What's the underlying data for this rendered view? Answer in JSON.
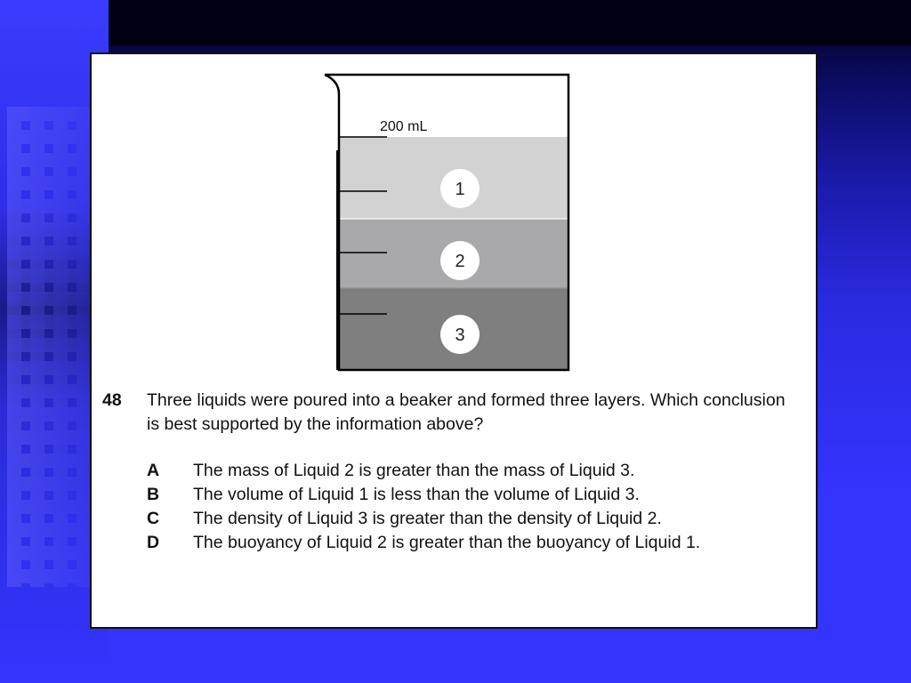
{
  "beaker": {
    "volume_label": "200 mL",
    "layers": [
      {
        "label": "1",
        "color": "#d2d2d3"
      },
      {
        "label": "2",
        "color": "#a9a9ab"
      },
      {
        "label": "3",
        "color": "#7f7f80"
      }
    ]
  },
  "question": {
    "number": "48",
    "stem": "Three liquids were poured into a beaker and formed three layers. Which conclusion is best supported by the information above?",
    "choices": [
      {
        "letter": "A",
        "text": "The mass of Liquid 2 is greater than the mass of Liquid 3."
      },
      {
        "letter": "B",
        "text": "The volume of Liquid 1 is less than the volume of Liquid 3."
      },
      {
        "letter": "C",
        "text": "The density of Liquid 3 is greater than the density of Liquid 2."
      },
      {
        "letter": "D",
        "text": "The buoyancy of Liquid 2 is greater than the buoyancy of Liquid 1."
      }
    ]
  },
  "colors": {
    "background": "#3434ff",
    "slide": "#ffffff"
  }
}
